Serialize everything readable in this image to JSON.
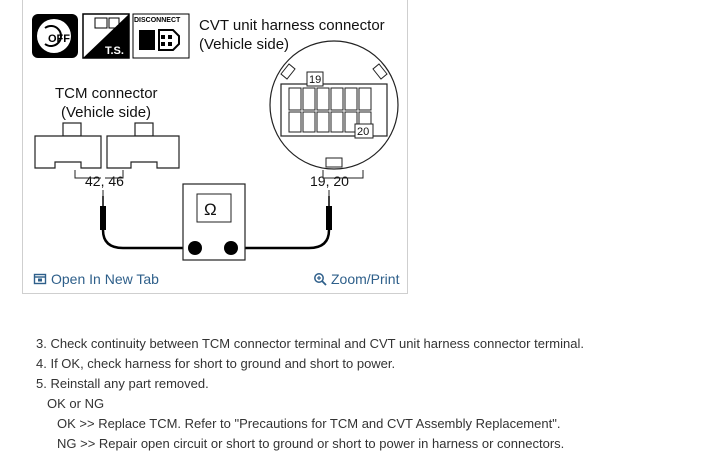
{
  "figure": {
    "badges": {
      "off": "OFF",
      "ts": "T.S.",
      "disconnect": "DISCONNECT"
    },
    "cvt_title_line1": "CVT unit harness connector",
    "cvt_title_line2": "(Vehicle side)",
    "tcm_title_line1": "TCM connector",
    "tcm_title_line2": "(Vehicle side)",
    "pin_19": "19",
    "pin_20": "20",
    "tcm_terminals": "42, 46",
    "cvt_terminals": "19, 20",
    "ohm_symbol": "Ω",
    "open_tab_label": "Open In New Tab",
    "zoom_label": "Zoom/Print",
    "link_color": "#2e5f8a"
  },
  "steps": [
    "3. Check continuity between TCM connector terminal and CVT unit harness connector terminal.",
    "4. If OK, check harness for short to ground and short to power.",
    "5. Reinstall any part removed.",
    "OK or NG",
    "OK >> Replace TCM. Refer to \"Precautions for TCM and CVT Assembly Replacement\".",
    "NG >> Repair open circuit or short to ground or short to power in harness or connectors."
  ]
}
